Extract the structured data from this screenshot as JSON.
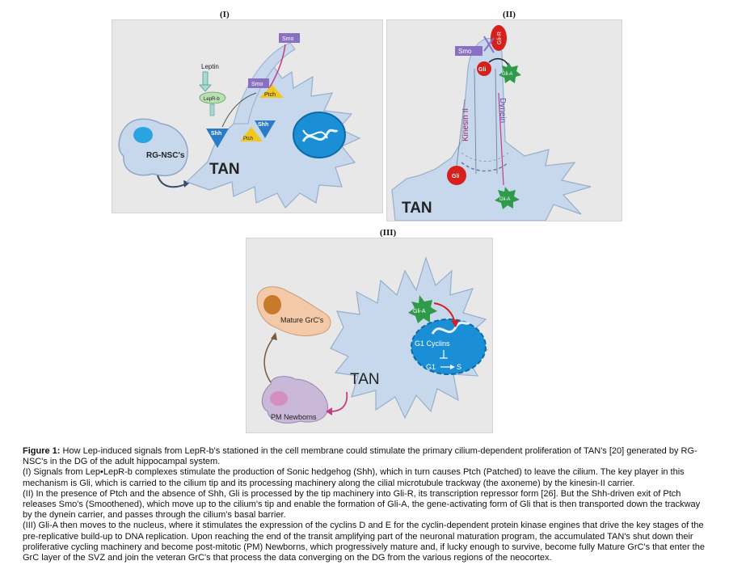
{
  "panels": {
    "p1": {
      "label": "(I)",
      "smo_top": "Smo",
      "leptin": "Leptin",
      "lepr_b": "LepR-b",
      "smo_mid": "Smo",
      "ptch_top": "Ptch",
      "shh_left": "Shh",
      "shh_right": "Shh",
      "ptch_bottom": "Ptch",
      "rg_nsc": "RG-NSC's",
      "tan": "TAN"
    },
    "p2": {
      "label": "(II)",
      "gli_r": "Gli-R",
      "smo": "Smo",
      "gli_top": "Gli",
      "gli_a_top": "Gli-A",
      "kinesin": "Kinesin II",
      "dynein": "Dynein",
      "gli_bottom": "Gli",
      "gli_a_bottom": "Gli-A",
      "tan": "TAN"
    },
    "p3": {
      "label": "(III)",
      "mature": "Mature GrC's",
      "gli_a": "Gli-A",
      "g1_cyclins": "G1 Cyclins",
      "g1": "G1",
      "s": "S",
      "tan": "TAN",
      "pm_newborns": "PM Newborns"
    }
  },
  "caption": {
    "title_bold": "Figure 1:",
    "title_text": " How Lep-induced signals from LepR-b's stationed in the cell membrane could stimulate the primary cilium-dependent proliferation of TAN's [20] generated by RG-NSC's in the DG of the adult hippocampal system.",
    "p1": "(I) Signals from Lep•LepR-b complexes stimulate the production of Sonic hedgehog (Shh), which in turn causes Ptch (Patched) to leave the cilium. The key player in this mechanism is Gli, which is carried to the cilium tip and its processing machinery along the cilial microtubule trackway (the axoneme) by the kinesin-II carrier.",
    "p2": "(II) In the presence of Ptch and the absence of Shh, Gli is processed by the tip machinery into Gli-R, its transcription repressor form [26]. But the Shh-driven exit of Ptch releases Smo's (Smoothened), which move up to the cilium's tip and enable the formation of Gli-A, the gene-activating form of Gli that is then transported down the trackway by the dynein carrier, and passes through the cilium's basal barrier.",
    "p3": "(III) Gli-A then moves to the nucleus, where it stimulates the expression of the cyclins D and E for the cyclin-dependent protein kinase engines that drive the key stages of the pre-replicative build-up to DNA replication. Upon reaching the end of the transit amplifying part of the neuronal maturation program, the accumulated TAN's shut down their proliferative cycling machinery and become post-mitotic (PM) Newborns, which progressively mature and, if lucky enough to survive, become fully Mature GrC's that enter the GrC layer of the SVZ and join the veteran GrC's that process the data converging on the DG from the various regions of the neocortex."
  },
  "colors": {
    "panel_bg": "#e8e8e8",
    "cell_fill": "#c8d8ec",
    "nucleus": "#1b8fd6",
    "smo": "#8a70c4",
    "ptch_shh": "#f2c81e",
    "gli": "#d6201c",
    "gli_a": "#2e9a4a",
    "mature": "#f3c9a8",
    "pm": "#c9b8d8"
  }
}
